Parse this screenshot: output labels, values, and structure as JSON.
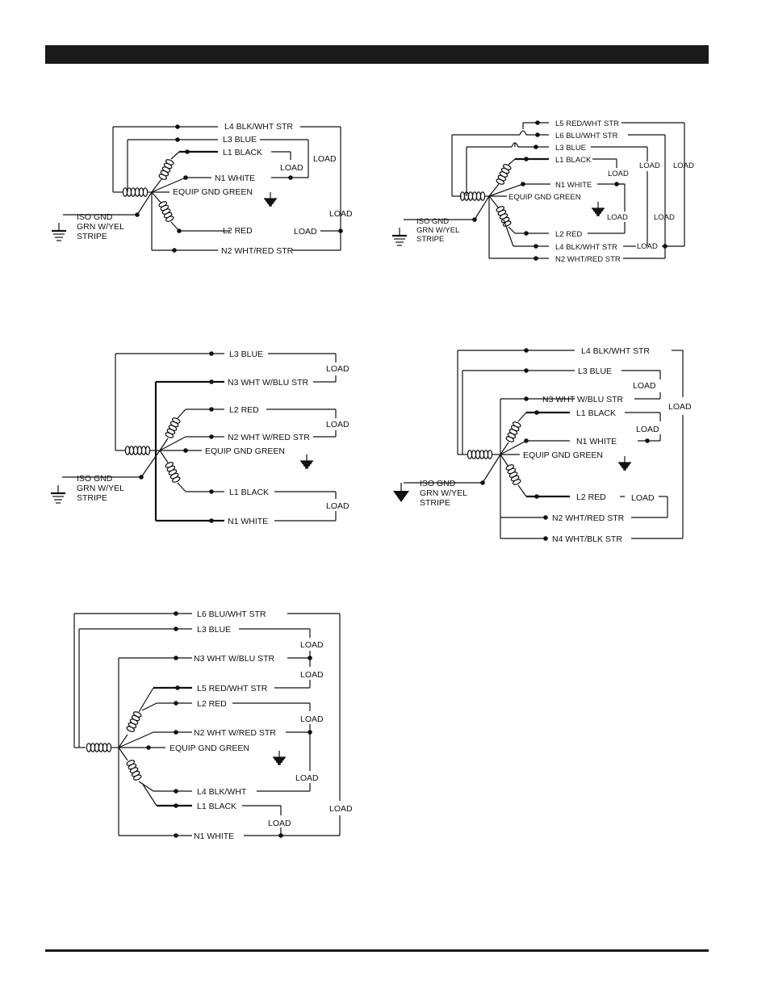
{
  "d1": {
    "wires": [
      "L4  BLK/WHT STR",
      "L3  BLUE",
      "L1  BLACK",
      "N1  WHITE",
      "EQUIP GND  GREEN",
      "L2  RED",
      "N2  WHT/RED STR"
    ],
    "loads": [
      "LOAD",
      "LOAD",
      "LOAD",
      "LOAD"
    ],
    "iso": [
      "ISO GND",
      "GRN W/YEL",
      "STRIPE"
    ]
  },
  "d2": {
    "wires": [
      "L5  RED/WHT STR",
      "L6  BLU/WHT STR",
      "L3  BLUE",
      "L1  BLACK",
      "N1  WHITE",
      "EQUIP GND  GREEN",
      "L2  RED",
      "L4  BLK/WHT STR",
      "N2  WHT/RED STR"
    ],
    "loads": [
      "LOAD",
      "LOAD",
      "LOAD",
      "LOAD",
      "LOAD",
      "LOAD"
    ],
    "iso": [
      "ISO GND",
      "GRN W/YEL",
      "STRIPE"
    ]
  },
  "d3": {
    "wires": [
      "L3  BLUE",
      "N3  WHT W/BLU STR",
      "L2  RED",
      "N2  WHT W/RED STR",
      "EQUIP GND  GREEN",
      "L1  BLACK",
      "N1  WHITE"
    ],
    "loads": [
      "LOAD",
      "LOAD",
      "LOAD"
    ],
    "iso": [
      "ISO GND",
      "GRN W/YEL",
      "STRIPE"
    ]
  },
  "d4": {
    "wires": [
      "L4  BLK/WHT STR",
      "L3  BLUE",
      "N3  WHT W/BLU STR",
      "L1  BLACK",
      "N1  WHITE",
      "EQUIP GND  GREEN",
      "L2  RED",
      "N2  WHT/RED STR",
      "N4  WHT/BLK STR"
    ],
    "loads": [
      "LOAD",
      "LOAD",
      "LOAD",
      "LOAD"
    ],
    "iso": [
      "ISO GND",
      "GRN W/YEL",
      "STRIPE"
    ]
  },
  "d5": {
    "wires": [
      "L6  BLU/WHT STR",
      "L3  BLUE",
      "N3  WHT W/BLU STR",
      "L5  RED/WHT STR",
      "L2  RED",
      "N2  WHT W/RED STR",
      "EQUIP GND  GREEN",
      "L4  BLK/WHT",
      "L1  BLACK",
      "N1  WHITE"
    ],
    "loads": [
      "LOAD",
      "LOAD",
      "LOAD",
      "LOAD",
      "LOAD",
      "LOAD"
    ]
  }
}
